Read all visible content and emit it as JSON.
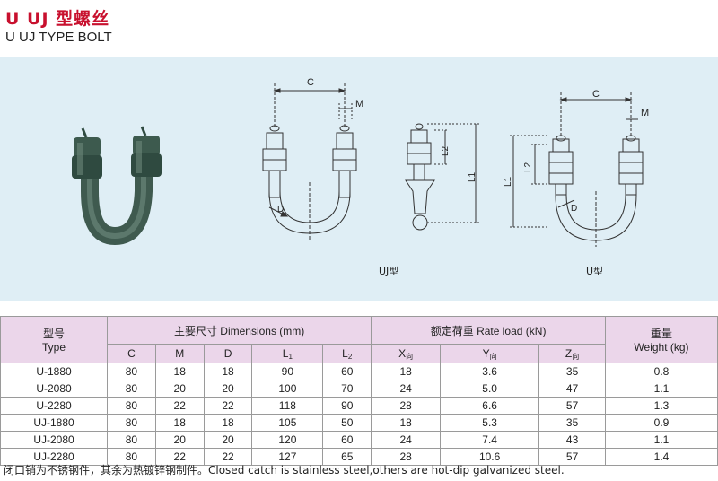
{
  "header": {
    "title_cn": "U UJ 型螺丝",
    "title_en": "U UJ TYPE BOLT"
  },
  "figure": {
    "labels": {
      "c_left": "C",
      "m_left": "M",
      "d_left": "D",
      "l2_side": "L2",
      "l1_side": "L1",
      "c_right": "C",
      "m_right": "M",
      "l1_right": "L1",
      "l2_right": "L2",
      "d_right": "D",
      "caption_uj": "UJ型",
      "caption_u": "U型"
    }
  },
  "table": {
    "header": {
      "type_cn": "型号",
      "type_en": "Type",
      "dims": "主要尺寸 Dimensions (mm)",
      "rate": "额定荷重 Rate load (kN)",
      "weight_cn": "重量",
      "weight_en": "Weight (kg)",
      "c": "C",
      "m": "M",
      "d": "D",
      "l1": "L",
      "l1_sub": "1",
      "l2": "L",
      "l2_sub": "2",
      "x": "X",
      "x_sub": "向",
      "y": "Y",
      "y_sub": "向",
      "z": "Z",
      "z_sub": "向"
    },
    "rows": [
      [
        "U-1880",
        "80",
        "18",
        "18",
        "90",
        "60",
        "18",
        "3.6",
        "35",
        "0.8"
      ],
      [
        "U-2080",
        "80",
        "20",
        "20",
        "100",
        "70",
        "24",
        "5.0",
        "47",
        "1.1"
      ],
      [
        "U-2280",
        "80",
        "22",
        "22",
        "118",
        "90",
        "28",
        "6.6",
        "57",
        "1.3"
      ],
      [
        "UJ-1880",
        "80",
        "18",
        "18",
        "105",
        "50",
        "18",
        "5.3",
        "35",
        "0.9"
      ],
      [
        "UJ-2080",
        "80",
        "20",
        "20",
        "120",
        "60",
        "24",
        "7.4",
        "43",
        "1.1"
      ],
      [
        "UJ-2280",
        "80",
        "22",
        "22",
        "127",
        "65",
        "28",
        "10.6",
        "57",
        "1.4"
      ]
    ]
  },
  "footnote": "闭口销为不锈钢件，其余为热镀锌钢制件。Closed catch is stainless steel,others are hot-dip galvanized steel."
}
